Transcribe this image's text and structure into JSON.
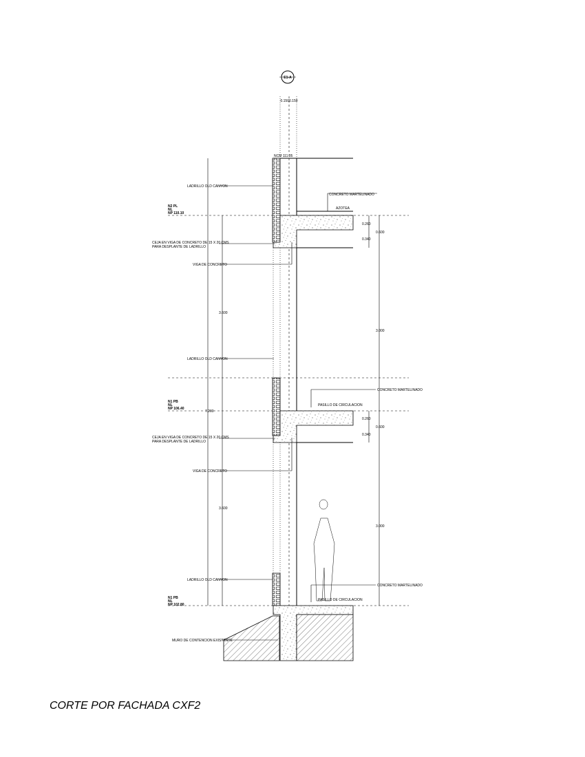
{
  "section_marker": "E1-A",
  "top_dimensions": "0.1500.150",
  "ncm_top": "NCM 111.05",
  "levels": {
    "roof": [
      "N2 PL",
      "NL",
      "NP 110.10"
    ],
    "first": [
      "N1 PB",
      "NL",
      "NP 106.40"
    ],
    "ground": [
      "N1 PB",
      "NL",
      "NP 102.80"
    ]
  },
  "left_labels": {
    "brick_top": "LADRILLO OLD CANYON",
    "ceja_1": [
      "CEJA EN VIGA DE CONCRETO DE 15 X 20 CMS",
      "PARA DESPLANTE DE LADRILLO"
    ],
    "viga_1": "VIGA DE CONCRETO",
    "brick_mid": "LADRILLO OLD CANYON",
    "ceja_2": [
      "CEJA EN VIGA DE CONCRETO DE 15 X 20 CMS",
      "PARA DESPLANTE DE LADRILLO"
    ],
    "viga_2": "VIGA DE CONCRETO",
    "brick_low": "LADRILLO OLD CANYON",
    "muro": "MURO DE CONTENCION EXISTENTE"
  },
  "right_labels": {
    "concreto_1": "CONCRETO MARTELINADO",
    "azotea": "AZOTEA",
    "concreto_2": "CONCRETO MARTELINADO",
    "pasillo_1": "PASILLO DE CIRCULACION",
    "concreto_3": "CONCRETO MARTELINADO",
    "pasillo_2": "PASILLO DE CIRCULACION"
  },
  "dimensions": {
    "left_upper": "3.600",
    "left_lower": "3.600",
    "mid_7200": "7.200",
    "slab_top_1": "0.260",
    "slab_bot_1": "0.340",
    "slab_total_1": "0.600",
    "slab_top_2": "0.260",
    "slab_bot_2": "0.340",
    "slab_total_2": "0.600",
    "right_upper": "3.000",
    "right_lower": "3.000"
  },
  "title": "CORTE POR FACHADA CXF2"
}
